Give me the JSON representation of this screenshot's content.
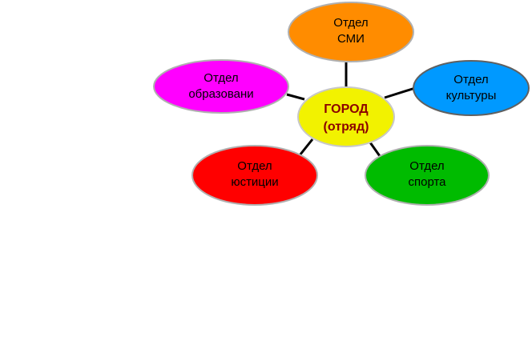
{
  "center": {
    "line1": "ГОРОД",
    "line2": "(отряд)",
    "fill": "#f2f200",
    "text_color": "#8b0000"
  },
  "nodes": [
    {
      "id": "smi",
      "line1": "Отдел",
      "line2": "СМИ",
      "fill": "#ff8c00"
    },
    {
      "id": "kultury",
      "line1": "Отдел",
      "line2": "культуры",
      "fill": "#0099ff"
    },
    {
      "id": "sporta",
      "line1": "Отдел",
      "line2": "спорта",
      "fill": "#00bb00"
    },
    {
      "id": "yustitsii",
      "line1": "Отдел",
      "line2": "юстиции",
      "fill": "#ff0000"
    },
    {
      "id": "obrazovaniya",
      "line1": "Отдел",
      "line2": "образовани",
      "fill": "#ff00ff"
    }
  ]
}
